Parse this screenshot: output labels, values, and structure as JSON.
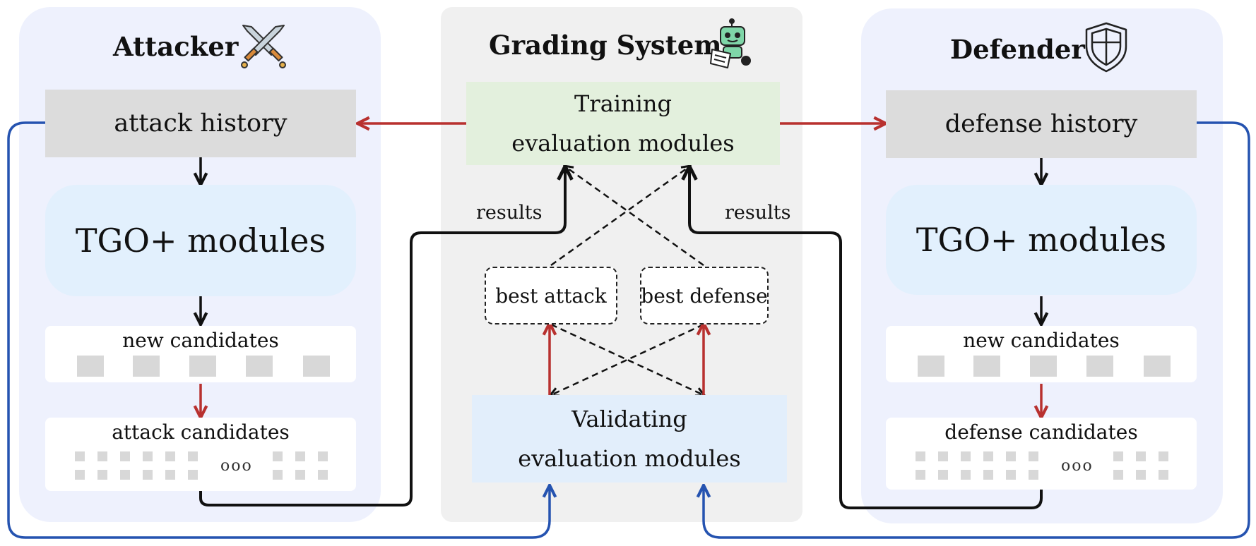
{
  "attacker": {
    "title": "Attacker",
    "icon": "crossed-swords-icon",
    "history": "attack history",
    "modules": "TGO+ modules",
    "new_candidates": "new candidates",
    "candidates": "attack candidates"
  },
  "grading": {
    "title": "Grading System",
    "icon": "robot-grader-icon",
    "training_line1": "Training",
    "training_line2": "evaluation modules",
    "best_attack": "best attack",
    "best_defense": "best defense",
    "validating_line1": "Validating",
    "validating_line2": "evaluation modules",
    "results_left": "results",
    "results_right": "results"
  },
  "defender": {
    "title": "Defender",
    "icon": "shield-icon",
    "history": "defense history",
    "modules": "TGO+ modules",
    "new_candidates": "new candidates",
    "candidates": "defense candidates"
  },
  "ellipsis": "ooo",
  "colors": {
    "red_arrow": "#b8312f",
    "blue_arrow": "#2553b0",
    "black_arrow": "#111111"
  }
}
